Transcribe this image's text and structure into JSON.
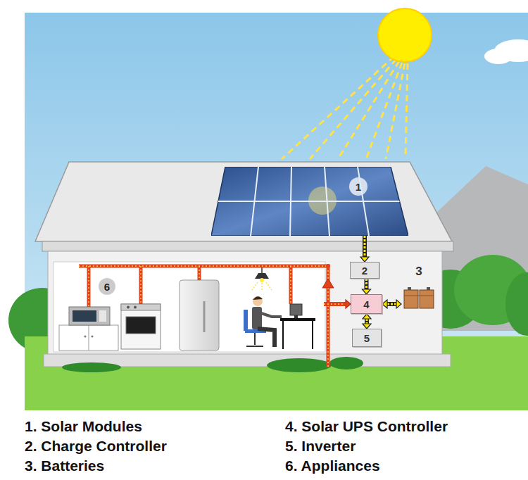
{
  "diagram": {
    "nodes": [
      {
        "text": [
          "1"
        ]
      },
      {
        "text": [
          "2"
        ]
      },
      {
        "text": [
          "4"
        ]
      },
      {
        "text": [
          "3"
        ]
      },
      {
        "text": [
          "5"
        ]
      },
      {
        "text": [
          "6"
        ]
      }
    ],
    "edges": [
      {
        "from": 0,
        "to": 1,
        "arrow": "to"
      },
      {
        "from": 1,
        "to": 2,
        "arrow": "to"
      },
      {
        "from": 2,
        "to": 3,
        "arrow": "both"
      },
      {
        "from": 2,
        "to": 4,
        "arrow": "both"
      },
      {
        "from": 5,
        "to": 2,
        "arrow": "to"
      }
    ],
    "labels": [
      "1. Solar Modules",
      "4. Solar UPS Controller",
      "2. Charge Controller",
      "5. Inverter",
      "3. Batteries",
      "6. Appliances"
    ]
  }
}
